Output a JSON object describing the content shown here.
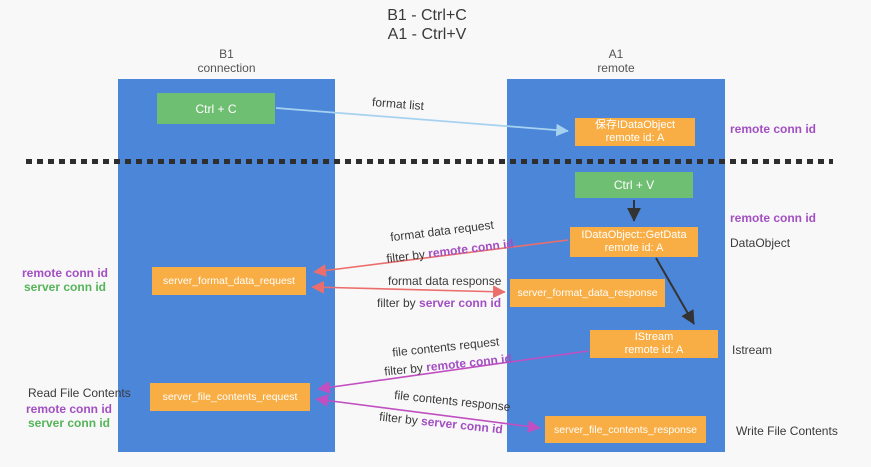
{
  "title": {
    "line1": "B1 - Ctrl+C",
    "line2": "A1 - Ctrl+V"
  },
  "lanes": {
    "b1": {
      "name": "B1",
      "subtitle": "connection"
    },
    "a1": {
      "name": "A1",
      "subtitle": "remote"
    }
  },
  "nodes": {
    "ctrl_c": {
      "label": "Ctrl + C"
    },
    "ctrl_v": {
      "label": "Ctrl + V"
    },
    "save_dataobject": {
      "line1": "保存IDataObject",
      "line2": "remote id: A"
    },
    "getdata": {
      "line1": "IDataObject::GetData",
      "line2": "remote id: A"
    },
    "istream": {
      "line1": "IStream",
      "line2": "remote id: A"
    },
    "format_request": {
      "label": "server_format_data_request"
    },
    "format_response": {
      "label": "server_format_data_response"
    },
    "file_request": {
      "label": "server_file_contents_request"
    },
    "file_response": {
      "label": "server_file_contents_response"
    }
  },
  "edges": {
    "format_list": {
      "label": "format list"
    },
    "format_data_request": {
      "label": "format data request",
      "filter_prefix": "filter by",
      "filter_id": "remote conn id"
    },
    "format_data_response": {
      "label": "format data response",
      "filter_prefix": "filter by",
      "filter_id": "server conn id"
    },
    "file_contents_request": {
      "label": "file contents request",
      "filter_prefix": "filter by",
      "filter_id": "remote conn id"
    },
    "file_contents_response": {
      "label": "file contents response",
      "filter_prefix": "filter by",
      "filter_id": "server conn id"
    }
  },
  "annotations": {
    "right": {
      "remote_conn_id_top": "remote conn id",
      "remote_conn_id_mid": "remote conn id",
      "dataobject": "DataObject",
      "istream": "Istream",
      "write_file_contents": "Write File Contents"
    },
    "left": {
      "format_pair": {
        "remote": "remote conn id",
        "server": "server conn id"
      },
      "read_file_contents": "Read File Contents",
      "file_pair": {
        "remote": "remote conn id",
        "server": "server conn id"
      }
    }
  },
  "colors": {
    "lane_blue": "#4c86d9",
    "node_green": "#6fbf73",
    "node_orange": "#f8ae45",
    "arrow_light_blue": "#a6d2f0",
    "arrow_salmon": "#ec6e6c",
    "arrow_magenta": "#c14fc1",
    "text_purple": "#a34fc3",
    "text_green": "#56b45a"
  }
}
